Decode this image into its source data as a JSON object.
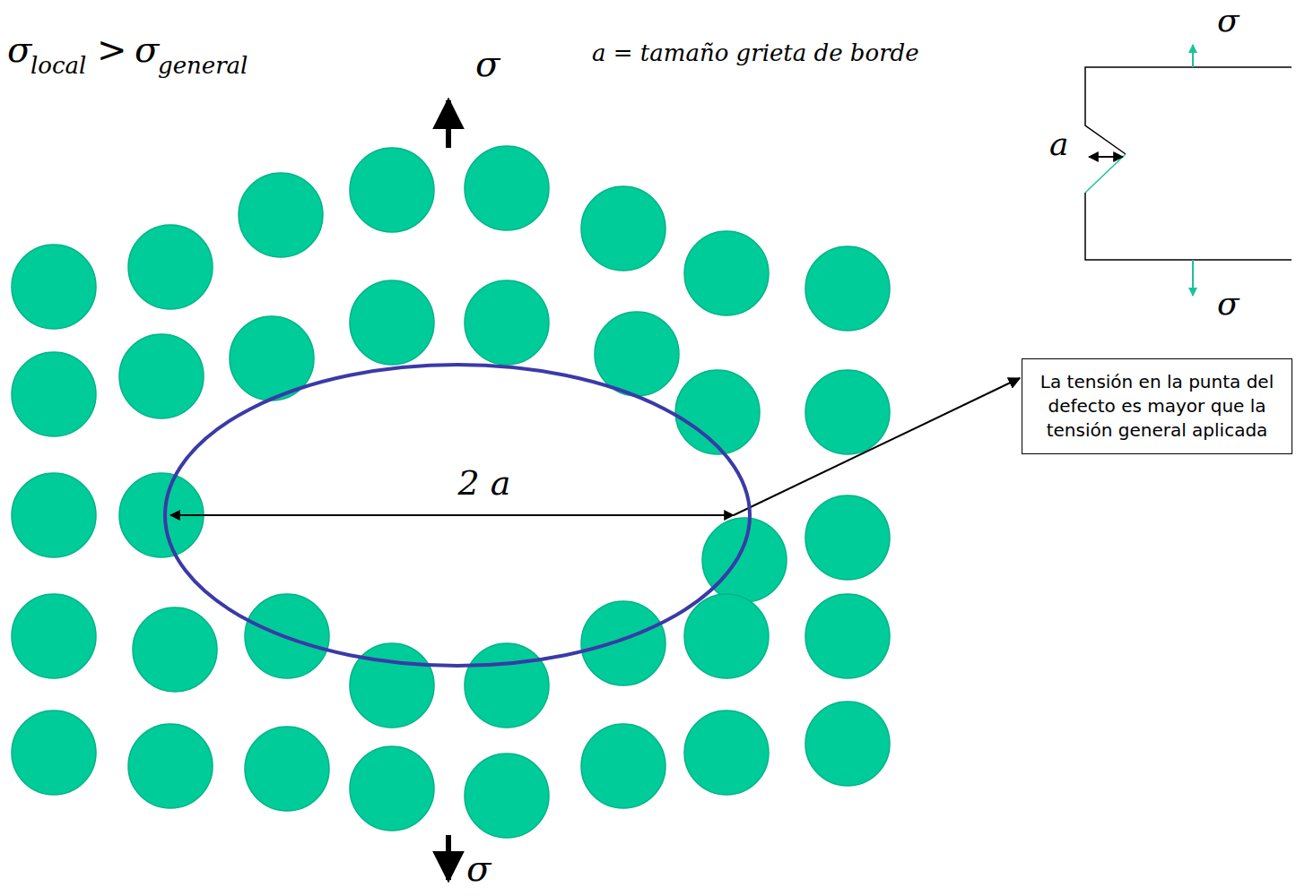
{
  "diagram": {
    "nodes": [
      {
        "text": [
          "2 a"
        ]
      },
      {
        "text": [
          "La tensión en la punta del defecto es mayor que la tensión general aplicada"
        ]
      }
    ],
    "edges": [
      {
        "from": 0,
        "to": 1,
        "arrow": "to"
      }
    ],
    "labels": [
      "σ",
      "local",
      ">",
      "σ",
      "general",
      "σ",
      "σ",
      "a = tamaño grieta de borde",
      "σ",
      "a",
      "σ"
    ]
  }
}
